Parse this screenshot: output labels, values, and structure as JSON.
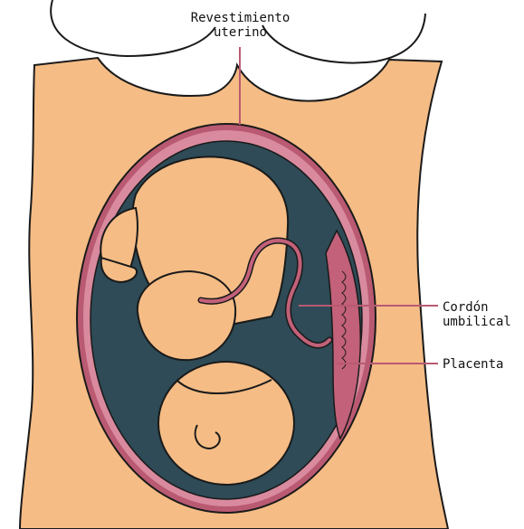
{
  "labels": {
    "uterine_lining": [
      "Revestimiento",
      "uterino"
    ],
    "umbilical_cord": [
      "Cordón",
      "umbilical"
    ],
    "placenta": "Placenta"
  },
  "colors": {
    "skin": "#F5BC85",
    "outline": "#1A1A1A",
    "uterine_wall": "#B95A72",
    "uterine_wall_light": "#D98A9E",
    "amniotic_fluid": "#2E4B57",
    "umbilical_cord": "#C26179",
    "placenta": "#C26179"
  }
}
